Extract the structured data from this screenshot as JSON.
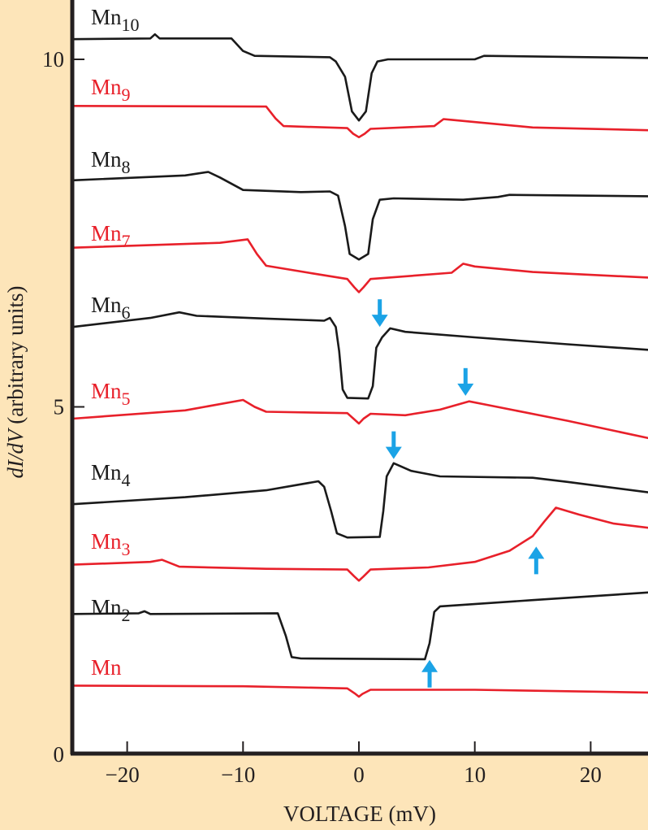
{
  "chart_data": {
    "type": "line",
    "title": "",
    "xlabel": "VOLTAGE (mV)",
    "ylabel_italic": "dI/dV",
    "ylabel_rest": " (arbitrary units)",
    "xlim": [
      -24.7,
      25
    ],
    "ylim": [
      0,
      10.85
    ],
    "xticks": [
      -20,
      -10,
      0,
      10,
      20
    ],
    "xtick_labels": [
      "−20",
      "−10",
      "0",
      "10",
      "20"
    ],
    "yticks": [
      0,
      5,
      10
    ],
    "ytick_labels": [
      "0",
      "5",
      "10"
    ],
    "grid": false,
    "colors": {
      "black": "#1a1a1a",
      "red": "#e8202a",
      "arrow": "#1ba3e6",
      "background": "#fde5b9"
    },
    "series": [
      {
        "name": "Mn10",
        "base": "Mn",
        "sub": "10",
        "color": "black",
        "points": [
          [
            -24.7,
            10.29
          ],
          [
            -18,
            10.3
          ],
          [
            -17.6,
            10.36
          ],
          [
            -17.2,
            10.3
          ],
          [
            -11,
            10.3
          ],
          [
            -10,
            10.12
          ],
          [
            -9,
            10.05
          ],
          [
            -2.5,
            10.03
          ],
          [
            -2,
            9.97
          ],
          [
            -1.2,
            9.75
          ],
          [
            -0.6,
            9.25
          ],
          [
            0,
            9.12
          ],
          [
            0.6,
            9.25
          ],
          [
            1.1,
            9.8
          ],
          [
            1.6,
            9.97
          ],
          [
            2.5,
            10.0
          ],
          [
            10,
            10.0
          ],
          [
            10.8,
            10.05
          ],
          [
            25,
            10.02
          ]
        ]
      },
      {
        "name": "Mn9",
        "base": "Mn",
        "sub": "9",
        "color": "red",
        "points": [
          [
            -24.7,
            9.33
          ],
          [
            -8,
            9.32
          ],
          [
            -7.2,
            9.15
          ],
          [
            -6.5,
            9.04
          ],
          [
            -1,
            9.01
          ],
          [
            -0.5,
            8.93
          ],
          [
            0,
            8.88
          ],
          [
            0.5,
            8.93
          ],
          [
            1,
            9.0
          ],
          [
            6.5,
            9.04
          ],
          [
            7.3,
            9.14
          ],
          [
            8,
            9.13
          ],
          [
            15,
            9.02
          ],
          [
            25,
            8.98
          ]
        ]
      },
      {
        "name": "Mn8",
        "base": "Mn",
        "sub": "8",
        "color": "black",
        "points": [
          [
            -24.7,
            8.26
          ],
          [
            -15,
            8.33
          ],
          [
            -13,
            8.38
          ],
          [
            -12,
            8.3
          ],
          [
            -10,
            8.12
          ],
          [
            -5,
            8.09
          ],
          [
            -2.5,
            8.1
          ],
          [
            -1.8,
            8.04
          ],
          [
            -1.2,
            7.6
          ],
          [
            -0.8,
            7.2
          ],
          [
            0,
            7.12
          ],
          [
            0.8,
            7.2
          ],
          [
            1.2,
            7.7
          ],
          [
            1.8,
            7.98
          ],
          [
            3,
            8.0
          ],
          [
            9,
            7.98
          ],
          [
            12,
            8.02
          ],
          [
            13,
            8.05
          ],
          [
            25,
            8.03
          ]
        ]
      },
      {
        "name": "Mn7",
        "base": "Mn",
        "sub": "7",
        "color": "red",
        "points": [
          [
            -24.7,
            7.29
          ],
          [
            -12,
            7.36
          ],
          [
            -9.6,
            7.41
          ],
          [
            -8.8,
            7.2
          ],
          [
            -8,
            7.03
          ],
          [
            -4,
            6.92
          ],
          [
            -1,
            6.84
          ],
          [
            -0.4,
            6.72
          ],
          [
            0,
            6.65
          ],
          [
            0.4,
            6.72
          ],
          [
            1,
            6.84
          ],
          [
            8,
            6.93
          ],
          [
            9,
            7.06
          ],
          [
            10,
            7.02
          ],
          [
            15,
            6.94
          ],
          [
            25,
            6.86
          ]
        ]
      },
      {
        "name": "Mn6",
        "base": "Mn",
        "sub": "6",
        "color": "black",
        "points": [
          [
            -24.7,
            6.15
          ],
          [
            -18,
            6.28
          ],
          [
            -15.5,
            6.36
          ],
          [
            -14,
            6.31
          ],
          [
            -8,
            6.27
          ],
          [
            -3,
            6.24
          ],
          [
            -2.5,
            6.28
          ],
          [
            -2,
            6.15
          ],
          [
            -1.7,
            5.8
          ],
          [
            -1.4,
            5.25
          ],
          [
            -1,
            5.13
          ],
          [
            0.8,
            5.12
          ],
          [
            1.2,
            5.3
          ],
          [
            1.5,
            5.85
          ],
          [
            2,
            6.0
          ],
          [
            2.7,
            6.13
          ],
          [
            4,
            6.08
          ],
          [
            10,
            6.0
          ],
          [
            18,
            5.9
          ],
          [
            25,
            5.82
          ]
        ]
      },
      {
        "name": "Mn5",
        "base": "Mn",
        "sub": "5",
        "color": "red",
        "points": [
          [
            -24.7,
            4.83
          ],
          [
            -15,
            4.95
          ],
          [
            -10,
            5.1
          ],
          [
            -9,
            5.0
          ],
          [
            -8,
            4.93
          ],
          [
            -1,
            4.91
          ],
          [
            -0.4,
            4.82
          ],
          [
            0,
            4.76
          ],
          [
            0.4,
            4.83
          ],
          [
            1,
            4.9
          ],
          [
            4,
            4.88
          ],
          [
            7,
            4.96
          ],
          [
            9.5,
            5.08
          ],
          [
            11,
            5.03
          ],
          [
            18,
            4.8
          ],
          [
            25,
            4.55
          ]
        ]
      },
      {
        "name": "Mn4",
        "base": "Mn",
        "sub": "4",
        "color": "black",
        "points": [
          [
            -24.7,
            3.6
          ],
          [
            -15,
            3.7
          ],
          [
            -8,
            3.8
          ],
          [
            -3.5,
            3.93
          ],
          [
            -3,
            3.85
          ],
          [
            -2.4,
            3.5
          ],
          [
            -1.9,
            3.18
          ],
          [
            -1,
            3.12
          ],
          [
            1.8,
            3.13
          ],
          [
            2.1,
            3.5
          ],
          [
            2.4,
            4.0
          ],
          [
            3,
            4.19
          ],
          [
            4.5,
            4.08
          ],
          [
            7,
            4.0
          ],
          [
            15,
            3.98
          ],
          [
            18,
            3.92
          ],
          [
            25,
            3.77
          ]
        ]
      },
      {
        "name": "Mn3",
        "base": "Mn",
        "sub": "3",
        "color": "red",
        "points": [
          [
            -24.7,
            2.73
          ],
          [
            -18,
            2.77
          ],
          [
            -17,
            2.8
          ],
          [
            -15.5,
            2.7
          ],
          [
            -8,
            2.67
          ],
          [
            -1,
            2.66
          ],
          [
            -0.4,
            2.56
          ],
          [
            0,
            2.5
          ],
          [
            0.4,
            2.56
          ],
          [
            1,
            2.66
          ],
          [
            6,
            2.69
          ],
          [
            10,
            2.77
          ],
          [
            13,
            2.93
          ],
          [
            15,
            3.14
          ],
          [
            16,
            3.35
          ],
          [
            17,
            3.55
          ],
          [
            19,
            3.45
          ],
          [
            22,
            3.32
          ],
          [
            25,
            3.26
          ]
        ]
      },
      {
        "name": "Mn2",
        "base": "Mn",
        "sub": "2",
        "color": "black",
        "points": [
          [
            -24.7,
            2.02
          ],
          [
            -19,
            2.03
          ],
          [
            -18.5,
            2.06
          ],
          [
            -18,
            2.02
          ],
          [
            -7,
            2.03
          ],
          [
            -6.3,
            1.7
          ],
          [
            -5.8,
            1.4
          ],
          [
            -5,
            1.38
          ],
          [
            5.7,
            1.37
          ],
          [
            6.1,
            1.6
          ],
          [
            6.5,
            2.05
          ],
          [
            7,
            2.13
          ],
          [
            15,
            2.22
          ],
          [
            25,
            2.33
          ]
        ]
      },
      {
        "name": "Mn",
        "base": "Mn",
        "sub": "",
        "color": "red",
        "points": [
          [
            -24.7,
            0.99
          ],
          [
            -10,
            0.98
          ],
          [
            -1,
            0.95
          ],
          [
            -0.3,
            0.87
          ],
          [
            0,
            0.83
          ],
          [
            0.3,
            0.87
          ],
          [
            1,
            0.93
          ],
          [
            10,
            0.93
          ],
          [
            25,
            0.89
          ]
        ]
      }
    ],
    "annotations": [
      {
        "type": "arrow",
        "direction": "down",
        "x": 1.8,
        "y": 6.15
      },
      {
        "type": "arrow",
        "direction": "down",
        "x": 9.2,
        "y": 5.16
      },
      {
        "type": "arrow",
        "direction": "down",
        "x": 3.0,
        "y": 4.25
      },
      {
        "type": "arrow",
        "direction": "up",
        "x": 15.3,
        "y": 2.99
      },
      {
        "type": "arrow",
        "direction": "up",
        "x": 6.1,
        "y": 1.36
      }
    ]
  }
}
